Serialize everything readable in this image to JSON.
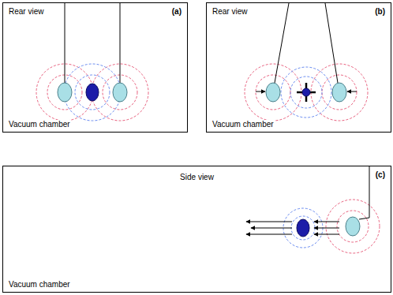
{
  "diagram": {
    "nodes": [
      {
        "text": [
          "Rear view",
          "(a)",
          "Vacuum chamber"
        ]
      },
      {
        "text": [
          "Rear view",
          "(b)",
          "Vacuum chamber"
        ]
      },
      {
        "text": [
          "Side view",
          "(c)",
          "Vacuum chamber"
        ]
      }
    ]
  }
}
